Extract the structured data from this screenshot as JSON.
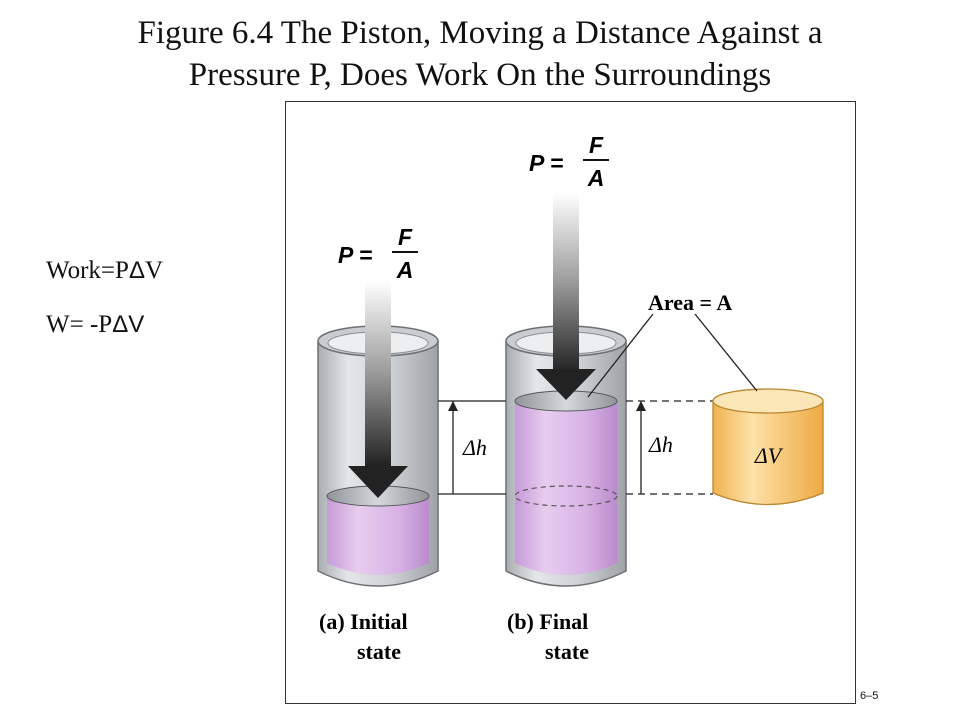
{
  "title": {
    "line1": "Figure 6.4  The Piston, Moving a Distance Against  a",
    "line2": "Pressure P, Does Work On the Surroundings"
  },
  "equations": {
    "work_prefix": "Work=P",
    "work_delta": "Δ",
    "work_suffix": "V",
    "w_prefix": "W= -P",
    "w_delta": "Δ",
    "w_suffix": "V"
  },
  "diagram": {
    "pressure_p": "P =",
    "pressure_f": "F",
    "pressure_a": "A",
    "area_label": "Area = A",
    "delta_h": "Δh",
    "delta_v": "ΔV",
    "caption_a_line1": "(a) Initial",
    "caption_a_line2": "state",
    "caption_b_line1": "(b) Final",
    "caption_b_line2": "state",
    "colors": {
      "liquid": "#d9b3e6",
      "cylinder": "#d6d8da",
      "volume_box": "#f6c877"
    }
  },
  "slide_number": "6–5"
}
